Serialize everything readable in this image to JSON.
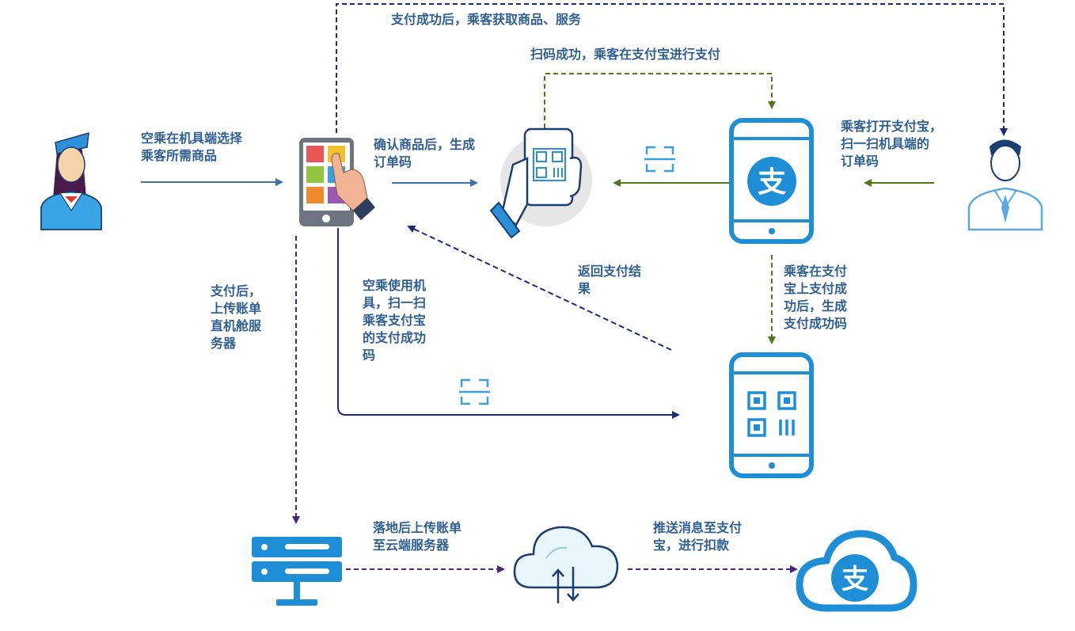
{
  "labels": {
    "top_flow": "支付成功后，乘客获取商品、服务",
    "scan_success": "扫码成功，乘客在支付宝进行支付",
    "crew_select": "空乘在机具端选择\n乘客所需商品",
    "confirm_order": "确认商品后，生成\n订单码",
    "passenger_open": "乘客打开支付宝，\n扫一扫机具端的\n订单码",
    "return_result": "返回支付结\n果",
    "pay_success_code": "乘客在支付\n宝上支付成\n功后，生成\n支付成功码",
    "upload_cabin": "支付后，\n上传账单\n直机舱服\n务器",
    "crew_scan": "空乘使用机\n具，扫一扫\n乘客支付宝\n的支付成功\n码",
    "land_upload": "落地后上传账单\n至云端服务器",
    "push_alipay": "推送消息至支付\n宝，进行扣款"
  },
  "icons": {
    "alipay_glyph": "支"
  },
  "colors": {
    "blue_flow": "#3d72a8",
    "navy_flow": "#1c2a7a",
    "green_flow": "#4f7a1c",
    "purple_flow": "#4a2580",
    "icon_blue": "#1e8fd6",
    "label_text": "#2f5f93"
  }
}
